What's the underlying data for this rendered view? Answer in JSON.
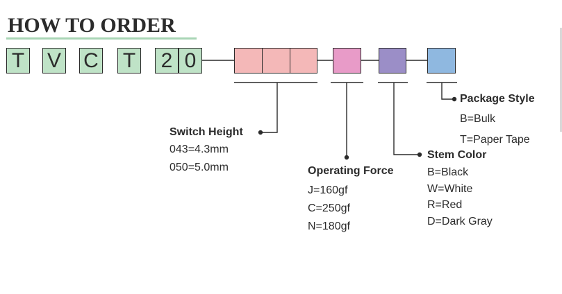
{
  "title": "HOW TO ORDER",
  "code_letters": [
    "T",
    "V",
    "C",
    "T",
    "2",
    "0"
  ],
  "colors": {
    "code_box": "#bfe3c7",
    "switch_height": "#f4b8b8",
    "operating_force": "#e89bc8",
    "stem_color": "#9b8ec7",
    "package_style": "#8fb8e0",
    "title_underline": "#a8d5b5",
    "line": "#2b2b2b"
  },
  "fields": {
    "switch_height": {
      "label": "Switch Height",
      "options": [
        "043=4.3mm",
        "050=5.0mm"
      ]
    },
    "operating_force": {
      "label": "Operating Force",
      "options": [
        "J=160gf",
        "C=250gf",
        "N=180gf"
      ]
    },
    "stem_color": {
      "label": "Stem Color",
      "options": [
        "B=Black",
        "W=White",
        "R=Red",
        "D=Dark Gray"
      ]
    },
    "package_style": {
      "label": "Package Style",
      "options": [
        "B=Bulk",
        "T=Paper Tape"
      ]
    }
  }
}
